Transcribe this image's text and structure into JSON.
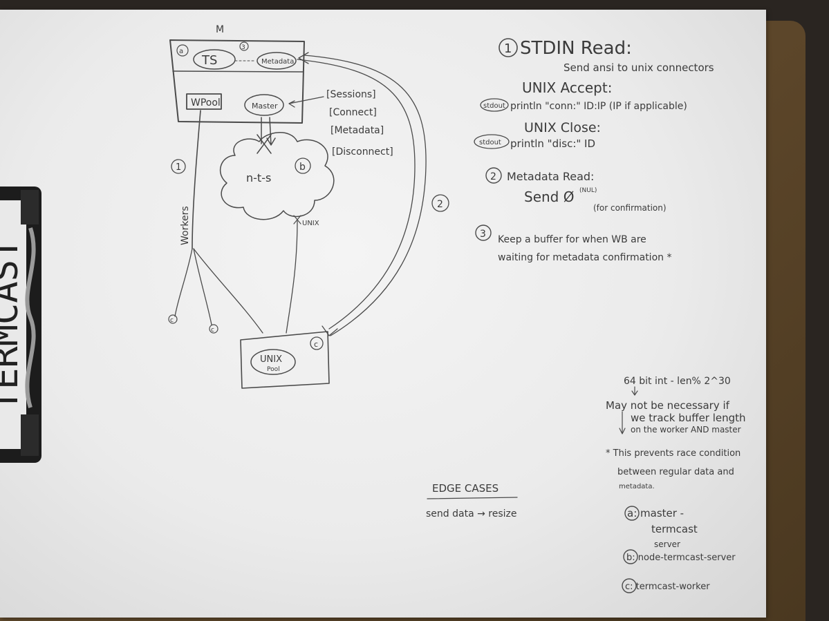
{
  "diagram": {
    "top_label": "M",
    "node_ts": "TS",
    "node_metadata": "Metadata",
    "node_wpool": "WPool",
    "node_master": "Master",
    "marker_a": "a",
    "marker_3": "3",
    "cloud_label": "n-t-s",
    "marker_b": "b",
    "workers_label": "Workers",
    "marker_1": "1",
    "marker_2": "2",
    "unix_small": "UNIX",
    "unix_pool_title": "UNIX",
    "unix_pool_sub": "Pool",
    "marker_c": "c",
    "end_c1": "c",
    "end_c2": "c",
    "messages": [
      "[Sessions]",
      "[Connect]",
      "[Metadata]",
      "[Disconnect]"
    ]
  },
  "notes": {
    "n1_number": "1",
    "n1_title": "STDIN Read:",
    "n1_line": "Send ansi to unix connectors",
    "accept_title": "UNIX Accept:",
    "accept_tag": "stdout",
    "accept_line": "println \"conn:\" ID:IP (IP if applicable)",
    "close_title": "UNIX Close:",
    "close_tag": "stdout",
    "close_line": "println \"disc:\" ID",
    "n2_number": "2",
    "n2_title": "Metadata Read:",
    "n2_send": "Send Ø",
    "n2_nul": "(NUL)",
    "n2_confirm": "(for confirmation)",
    "n3_number": "3",
    "n3_line1": "Keep a buffer for when WB are",
    "n3_line2": "waiting for metadata confirmation *"
  },
  "side_notes": {
    "int_line": "64 bit int - len% 2^30",
    "may_line1": "May not be necessary if",
    "may_line2": "we track buffer length",
    "may_line3": "on the worker AND master",
    "star_line1": "* This prevents race condition",
    "star_line2": "between regular data and",
    "star_line3": "metadata.",
    "legend_a1": "a: master -",
    "legend_a2": "termcast",
    "legend_a3": "server",
    "legend_b": "b: node-termcast-server",
    "legend_c": "c: termcast-worker"
  },
  "edge": {
    "title": "EDGE CASES",
    "line": "send data → resize"
  },
  "clipboard_label": "TERMCAST"
}
